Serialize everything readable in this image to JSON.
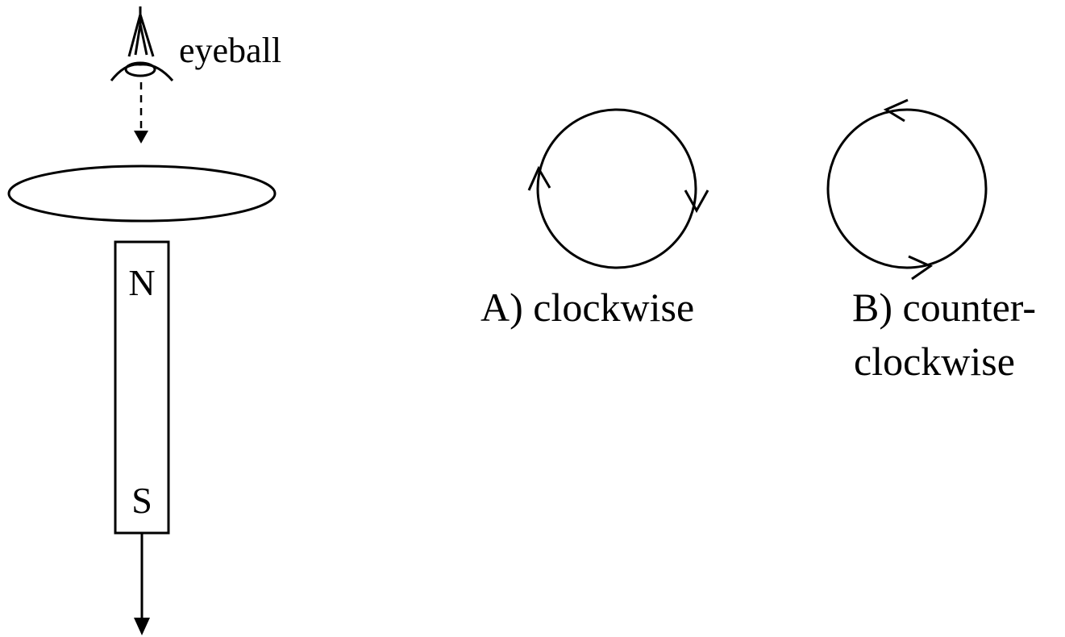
{
  "diagram": {
    "eye_label": "eyeball",
    "magnet": {
      "north_label": "N",
      "south_label": "S"
    },
    "options": [
      {
        "id": "A",
        "label": "A) clockwise",
        "direction": "clockwise"
      },
      {
        "id": "B",
        "label_line1": "B) counter-",
        "label_line2": "clockwise",
        "direction": "counterclockwise"
      }
    ]
  },
  "colors": {
    "ink": "#000000",
    "background": "#ffffff"
  }
}
